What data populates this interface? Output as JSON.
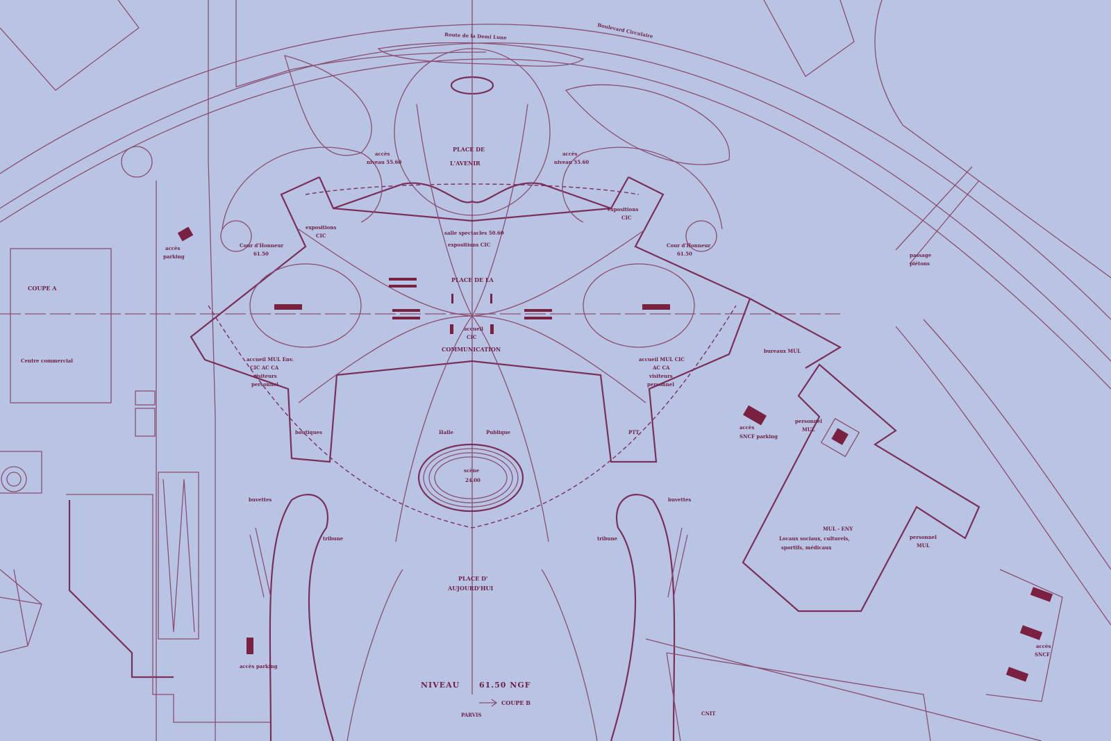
{
  "plan": {
    "roads": {
      "route_demi_lune": "Route de la Demi Lune",
      "boulevard": "Boulevard Circulaire",
      "passage": [
        "passage",
        "piétons"
      ]
    },
    "places": {
      "avenir": [
        "PLACE DE",
        "L'AVENIR"
      ],
      "communication": [
        "PLACE DE LA",
        "COMMUNICATION"
      ],
      "aujourdhui": [
        "PLACE D'",
        "AUJOURD'HUI"
      ]
    },
    "labels": {
      "acces_niveau_left": [
        "accès",
        "niveau 55.60"
      ],
      "acces_niveau_right": [
        "accès",
        "niveau 55.60"
      ],
      "expo_left": [
        "expositions",
        "CIC"
      ],
      "expo_right": [
        "expositions",
        "CIC"
      ],
      "salle": "salle spectacles 50.60",
      "expo_center": "expositions CIC",
      "cour_left": [
        "Cour d'Honneur",
        "61.50"
      ],
      "cour_right": [
        "Cour d'Honneur",
        "61.50"
      ],
      "acces_parking_top": [
        "accès",
        "parking"
      ],
      "coupe_a": "COUPE A",
      "centre_commercial": "Centre commercial",
      "accueil_cic": [
        "accueil",
        "CIC"
      ],
      "accueil_left": [
        "accueil MUL Env.",
        "CIC AC CA",
        "visiteurs",
        "personnel"
      ],
      "accueil_right": [
        "accueil MUL CIC",
        "AC CA",
        "visiteurs",
        "personnel"
      ],
      "boutiques": "boutiques",
      "ptt": "PTT",
      "bureaux_mul": "bureaux MUL",
      "halle": [
        "Halle",
        "Publique"
      ],
      "scene": [
        "scène",
        "24.00"
      ],
      "buvettes_left": "buvettes",
      "buvettes_right": "buvettes",
      "tribune_left": "tribune",
      "tribune_right": "tribune",
      "acces_sncf_parking": [
        "accès",
        "SNCF parking"
      ],
      "personnel_mul_top": [
        "personnel",
        "MUL"
      ],
      "mul_eny": "MUL - ENY",
      "locaux": [
        "Locaux sociaux, culturels,",
        "sportifs, médicaux"
      ],
      "personnel_mul_bottom": [
        "personnel",
        "MUL"
      ],
      "acces_parking_bottom": "accès parking",
      "cnit": "CNIT",
      "acces_sncf": [
        "accès",
        "SNCF"
      ]
    },
    "title": {
      "niveau": "NIVEAU",
      "level": "61.50 NGF",
      "coupe_b": "COUPE B",
      "parvis": "PARVIS"
    }
  }
}
